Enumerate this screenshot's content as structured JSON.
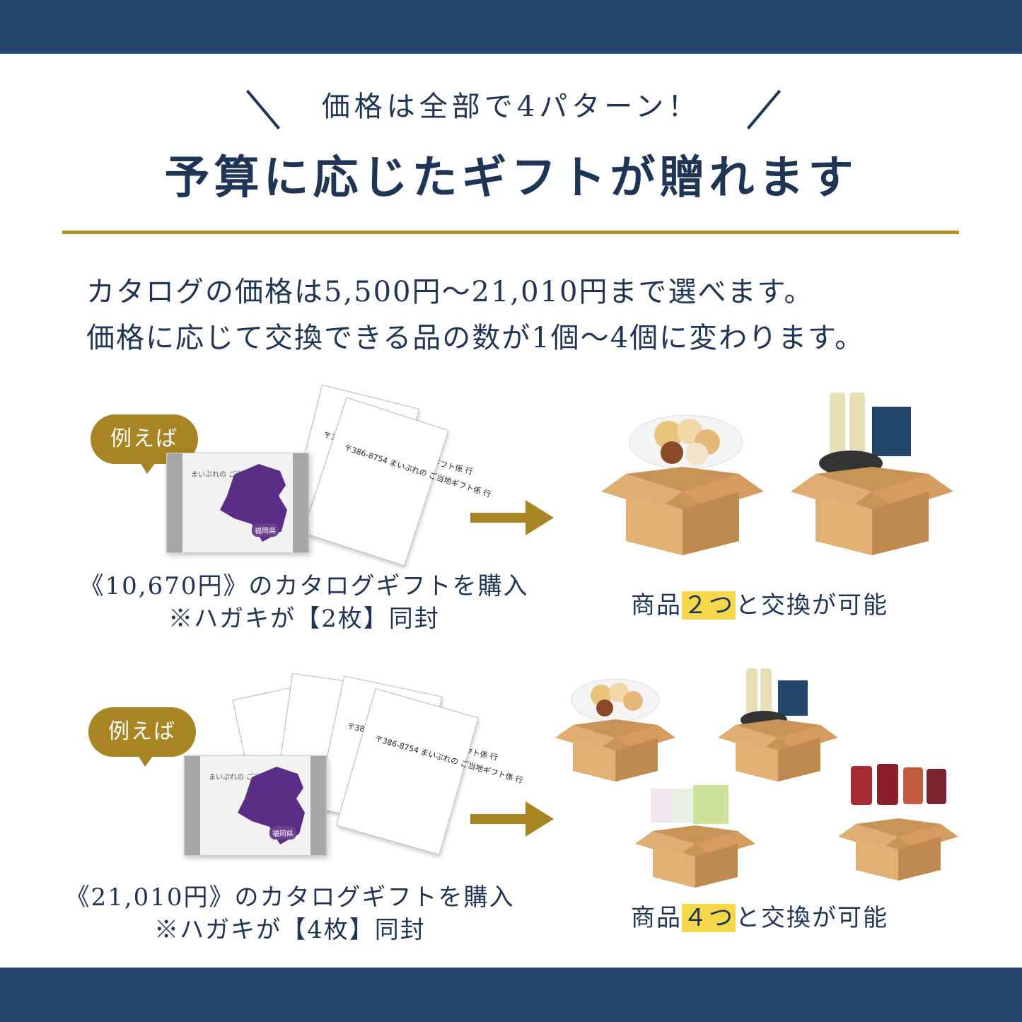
{
  "header": {
    "subtitle": "価格は全部で4パターン！",
    "title": "予算に応じたギフトが贈れます"
  },
  "description": {
    "line1": "カタログの価格は5,500円〜21,010円まで選べます。",
    "line2": "価格に応じて交換できる品の数が1個〜4個に変わります。"
  },
  "examples": [
    {
      "badge": "例えば",
      "catalog_title": "まいぷれの ご当地ギフト",
      "prefecture": "福岡県",
      "postcard_text": "〒386-8754 まいぷれの ご当地ギフト係 行",
      "purchase_line": "《10,670円》のカタログギフトを購入",
      "enclosed_line": "※ハガキが【2枚】同封",
      "result_prefix": "商品",
      "result_count": "２つ",
      "result_suffix": "と交換が可能"
    },
    {
      "badge": "例えば",
      "catalog_title": "まいぷれの ご当地ギフト",
      "prefecture": "福岡県",
      "postcard_text": "〒386-8754 まいぷれの ご当地ギフト係 行",
      "purchase_line": "《21,010円》のカタログギフトを購入",
      "enclosed_line": "※ハガキが【4枚】同封",
      "result_prefix": "商品",
      "result_count": "４つ",
      "result_suffix": "と交換が可能"
    }
  ],
  "colors": {
    "navy": "#25476e",
    "gold": "#b38f1f",
    "highlight": "#f6d64a",
    "box": "#d9a66b"
  }
}
